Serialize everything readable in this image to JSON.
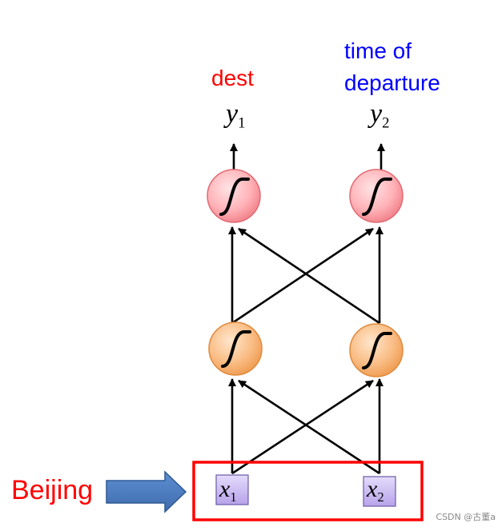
{
  "outputs": {
    "dest_label": "dest",
    "time_label": "time of departure",
    "y1": "y",
    "y1_sub": "1",
    "y2": "y",
    "y2_sub": "2"
  },
  "inputs": {
    "beijing_label": "Beijing",
    "x1": "x",
    "x1_sub": "1",
    "x2": "x",
    "x2_sub": "2"
  },
  "watermark": "CSDN @古董a",
  "colors": {
    "highlight_red": "#ff0000",
    "time_blue": "#0000ff",
    "output_node_fill": "#ff9aa0",
    "hidden_node_fill": "#f7a35c",
    "input_box_fill": "#c9b8f0",
    "arrow_blue": "#4f7ec2"
  },
  "icons": {
    "node_symbol": "sigmoid-curve-icon",
    "input_arrow": "right-block-arrow-icon"
  }
}
